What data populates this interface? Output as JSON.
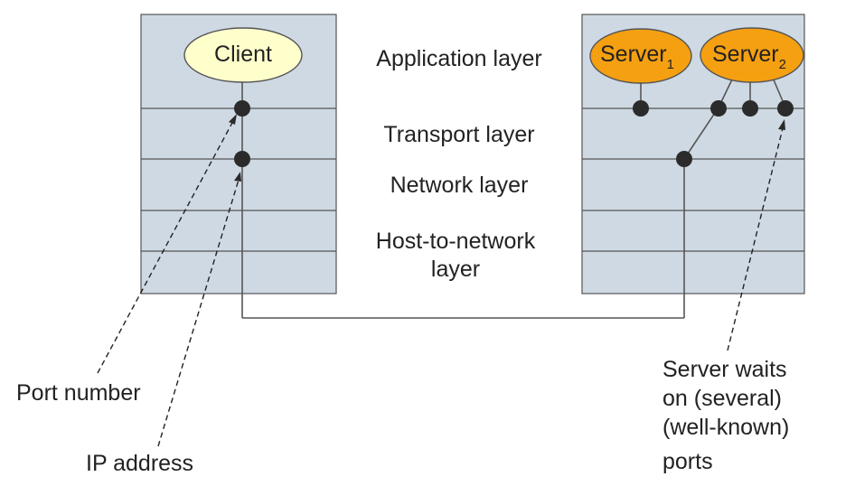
{
  "stacks": {
    "client_label": "Client",
    "servers": [
      {
        "name": "Server",
        "subscript": "1"
      },
      {
        "name": "Server",
        "subscript": "2"
      }
    ]
  },
  "layers": [
    {
      "label": "Application layer"
    },
    {
      "label": "Transport layer"
    },
    {
      "label": "Network layer"
    },
    {
      "label_lines": [
        "Host-to-network",
        "layer"
      ]
    }
  ],
  "annotations": {
    "port_number": "Port number",
    "ip_address": "IP address",
    "server_waits": [
      "Server waits",
      "on (several)",
      "(well-known)",
      "ports"
    ]
  },
  "colors": {
    "stack_fill": "#cfd9e3",
    "client_fill": "#ffffcc",
    "server_fill": "#f5a011",
    "dot": "#2b2b2b"
  }
}
